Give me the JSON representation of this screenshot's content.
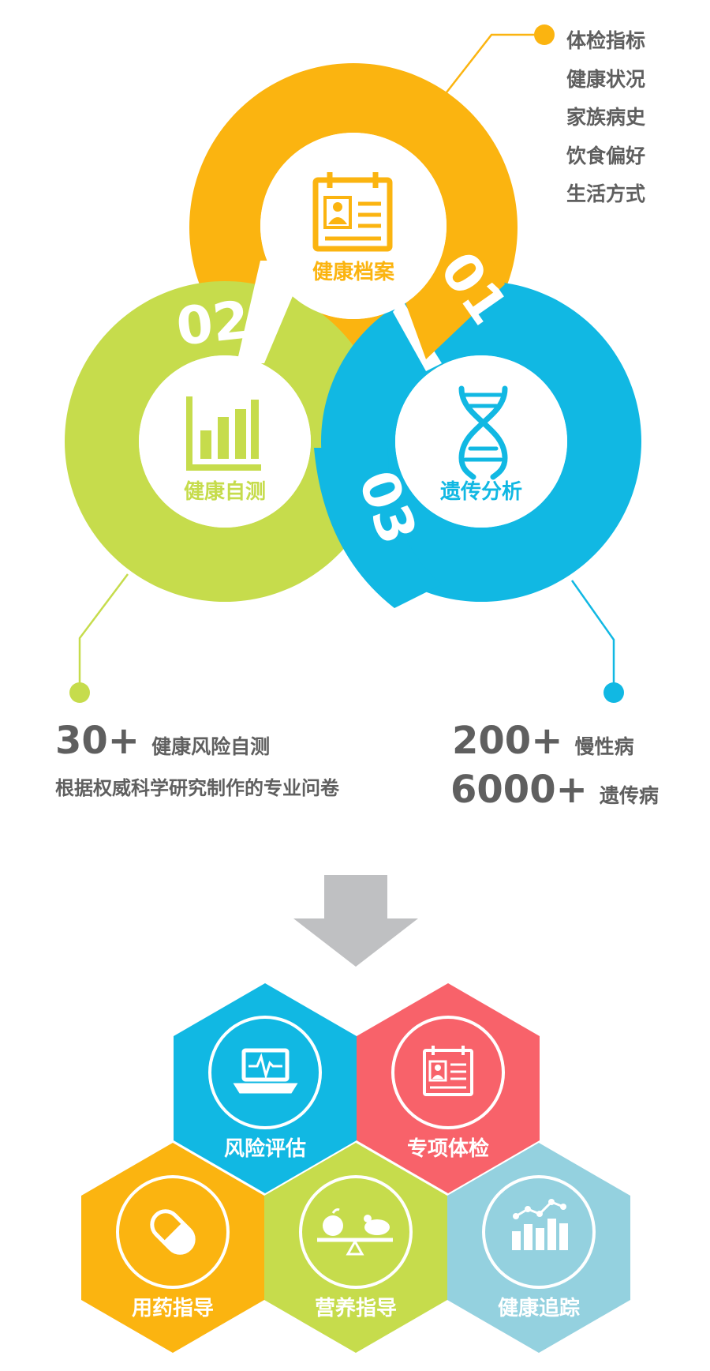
{
  "colors": {
    "orange": "#fbb410",
    "green": "#c6dc4c",
    "blue": "#11b8e3",
    "red": "#f8626a",
    "light_blue": "#94d1df",
    "gray_text": "#5f5f5f",
    "arrow_gray": "#bfc0c2"
  },
  "ring_section": {
    "rings": [
      {
        "number": "01",
        "label": "健康档案",
        "icon": "health-record-icon",
        "color": "#fbb410"
      },
      {
        "number": "02",
        "label": "健康自测",
        "icon": "bar-chart-icon",
        "color": "#c6dc4c"
      },
      {
        "number": "03",
        "label": "遗传分析",
        "icon": "dna-icon",
        "color": "#11b8e3"
      }
    ],
    "record_items": [
      "体检指标",
      "健康状况",
      "家族病史",
      "饮食偏好",
      "生活方式"
    ]
  },
  "self_test": {
    "count": "30+",
    "count_label": "健康风险自测",
    "description": "根据权威科学研究制作的专业问卷"
  },
  "genetic": {
    "chronic_count": "200+",
    "chronic_label": "慢性病",
    "hereditary_count": "6000+",
    "hereditary_label": "遗传病"
  },
  "services": [
    {
      "label": "风险评估",
      "icon": "laptop-heartbeat-icon",
      "color": "#11b8e3"
    },
    {
      "label": "专项体检",
      "icon": "id-card-icon",
      "color": "#f8626a"
    },
    {
      "label": "用药指导",
      "icon": "pill-icon",
      "color": "#fbb410"
    },
    {
      "label": "营养指导",
      "icon": "food-scale-icon",
      "color": "#c6dc4c"
    },
    {
      "label": "健康追踪",
      "icon": "trend-chart-icon",
      "color": "#94d1df"
    }
  ]
}
